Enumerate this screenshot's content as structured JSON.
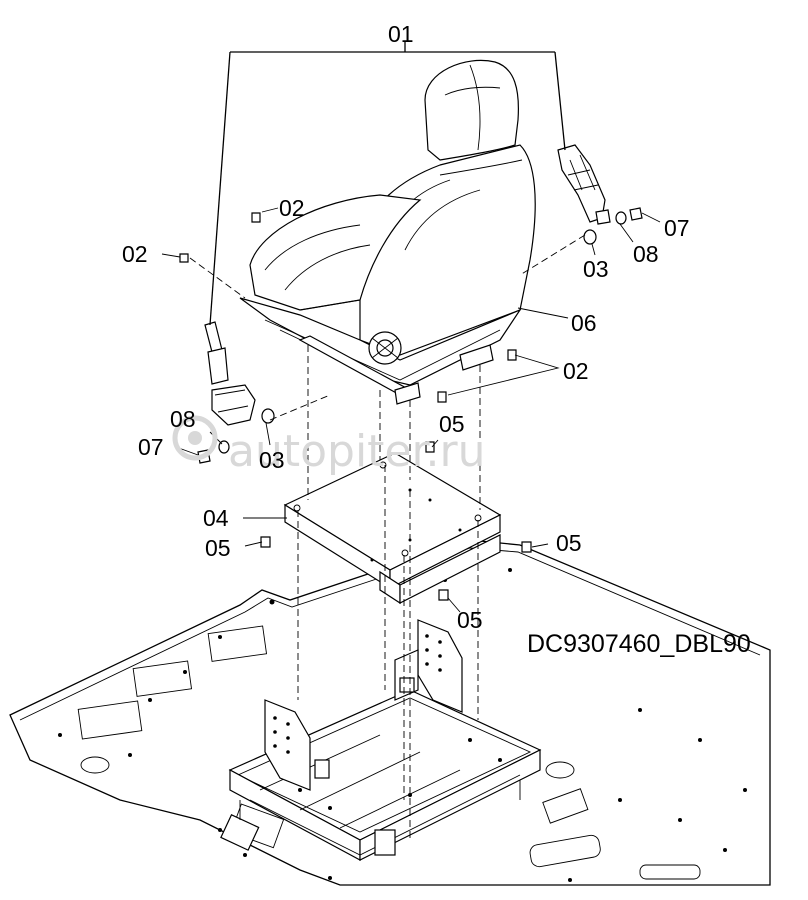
{
  "drawing": {
    "drawing_code": "DC9307460_DBL90",
    "watermark": "autopiter.ru"
  },
  "callouts": {
    "c01": "01",
    "c02_top": "02",
    "c02_left": "02",
    "c02_right": "02",
    "c03_right": "03",
    "c03_left": "03",
    "c04": "04",
    "c05_center": "05",
    "c05_left": "05",
    "c05_right": "05",
    "c05_bottom": "05",
    "c06": "06",
    "c07_right": "07",
    "c07_left": "07",
    "c08_right": "08",
    "c08_left": "08"
  },
  "colors": {
    "line": "#000000",
    "watermark": "#d8d8d8",
    "background": "#ffffff"
  }
}
